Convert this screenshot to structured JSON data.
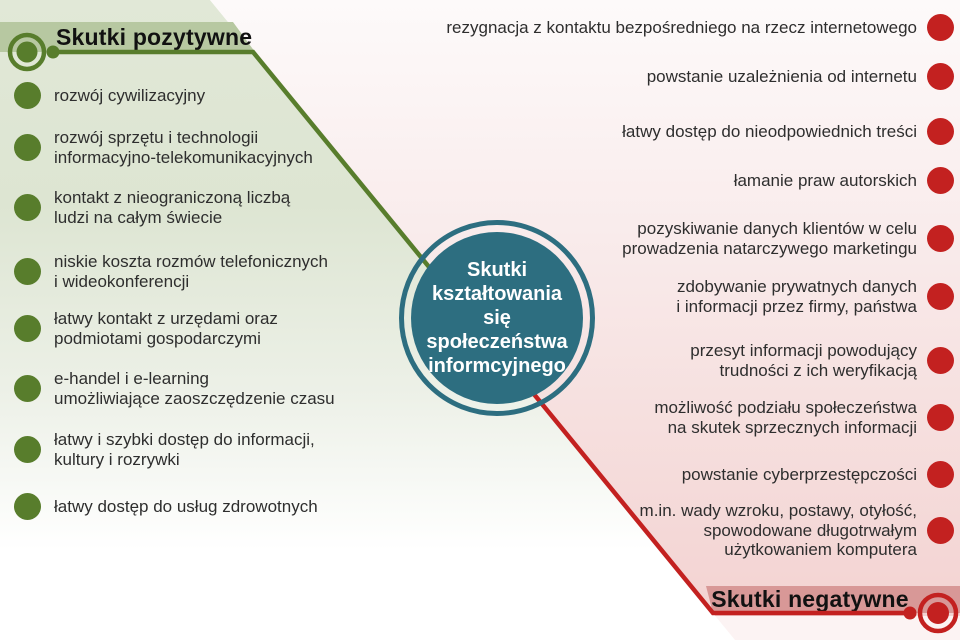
{
  "center": {
    "title": "Skutki\nkształtowania\nsię społeczeństwa\ninformcyjnego"
  },
  "positive": {
    "header": "Skutki pozytywne",
    "items": [
      "rozwój cywilizacyjny",
      "rozwój sprzętu i technologii\ninformacyjno-telekomunikacyjnych",
      "kontakt z nieograniczoną liczbą\nludzi na całym świecie",
      "niskie koszta rozmów telefonicznych\ni wideokonferencji",
      "łatwy kontakt z urzędami oraz\npodmiotami gospodarczymi",
      "e-handel i e-learning\numożliwiające zaoszczędzenie czasu",
      "łatwy i szybki dostęp do informacji,\nkultury i rozrywki",
      "łatwy dostęp do usług zdrowotnych"
    ]
  },
  "negative": {
    "header": "Skutki negatywne",
    "items": [
      "rezygnacja z kontaktu bezpośredniego na rzecz internetowego",
      "powstanie uzależnienia od internetu",
      "łatwy dostęp do nieodpowiednich treści",
      "łamanie praw autorskich",
      "pozyskiwanie danych klientów w celu\nprowadzenia natarczywego marketingu",
      "zdobywanie prywatnych danych\ni informacji przez firmy, państwa",
      "przesyt informacji powodujący\ntrudności z ich weryfikacją",
      "możliwość podziału społeczeństwa\nna skutek sprzecznych informacji",
      "powstanie cyberprzestępczości",
      "m.in. wady wzroku, postawy, otyłość,\nspowodowane długotrwałym\nużytkowaniem komputera"
    ]
  },
  "icons": {
    "positive_marker": "target-circle-icon",
    "negative_marker": "target-circle-icon",
    "bullet": "dot-icon"
  },
  "colors": {
    "positive_accent": "#587d2c",
    "negative_accent": "#c32120",
    "center_teal": "#2d6e80",
    "positive_band": "#b7c8a1",
    "negative_band": "#d89897"
  }
}
